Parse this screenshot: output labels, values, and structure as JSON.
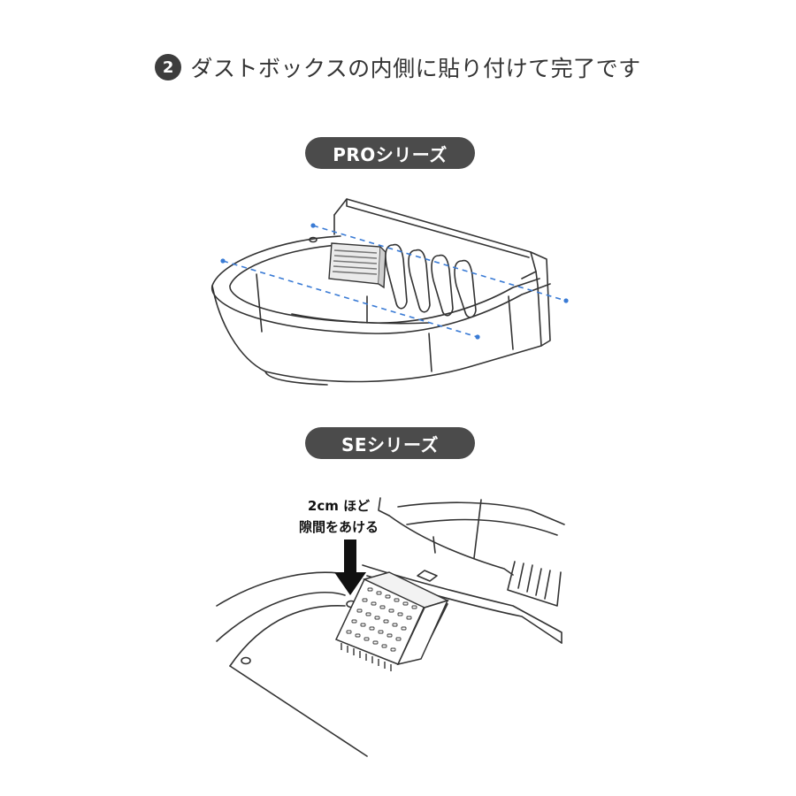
{
  "step": {
    "number": "2",
    "text": "ダストボックスの内側に貼り付けて完了です"
  },
  "series": {
    "pro_label": "PROシリーズ",
    "se_label": "SEシリーズ"
  },
  "callout": {
    "line1": "2cm ほど",
    "line2": "隙間をあける"
  },
  "colors": {
    "pill_bg": "#4b4b4b",
    "guide_line": "#3a7bd5",
    "line_art": "#333333"
  }
}
